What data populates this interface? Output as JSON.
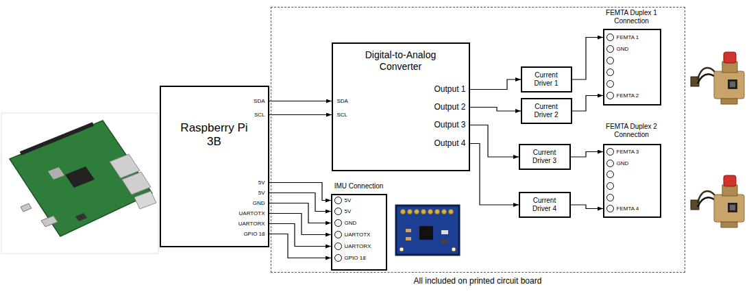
{
  "diagram": {
    "nodes": [
      {
        "text": [
          "Raspberry Pi 3B",
          "SDA",
          "SCL",
          "5V",
          "5V",
          "GND",
          "UARTOTX",
          "UARTORX",
          "GPIO 18"
        ]
      },
      {
        "text": [
          "All included on printed circuit board"
        ]
      },
      {
        "text": [
          "Digital-to-Analog Converter",
          "SDA",
          "SCL",
          "Output 1",
          "Output 2",
          "Output 3",
          "Output 4"
        ],
        "in": 1
      },
      {
        "text": [
          "Current Driver 1"
        ],
        "in": 1
      },
      {
        "text": [
          "Current Driver 2"
        ],
        "in": 1
      },
      {
        "text": [
          "Current Driver 3"
        ],
        "in": 1
      },
      {
        "text": [
          "Current Driver 4"
        ],
        "in": 1
      },
      {
        "text": [
          "FEMTA Duplex 1 Connection",
          "FEMTA 1",
          "GND",
          "FEMTA 2"
        ],
        "in": 1
      },
      {
        "text": [
          "FEMTA Duplex 2 Connection",
          "FEMTA 3",
          "GND",
          "FEMTA 4"
        ],
        "in": 1
      },
      {
        "text": [
          "IMU Connection",
          "5V",
          "5V",
          "GND",
          "UARTOTX",
          "UARTORX",
          "GPIO 18"
        ],
        "in": 1
      }
    ],
    "edges": [
      {
        "from": 0,
        "to": 2,
        "arrow": "to"
      },
      {
        "from": 0,
        "to": 2,
        "arrow": "to"
      },
      {
        "from": 0,
        "to": 9,
        "arrow": "to"
      },
      {
        "from": 0,
        "to": 9,
        "arrow": "to"
      },
      {
        "from": 0,
        "to": 9,
        "arrow": "to"
      },
      {
        "from": 0,
        "to": 9,
        "arrow": "to"
      },
      {
        "from": 0,
        "to": 9,
        "arrow": "to"
      },
      {
        "from": 0,
        "to": 9,
        "arrow": "to"
      },
      {
        "from": 2,
        "to": 3,
        "arrow": "to"
      },
      {
        "from": 2,
        "to": 4,
        "arrow": "to"
      },
      {
        "from": 2,
        "to": 5,
        "arrow": "to"
      },
      {
        "from": 2,
        "to": 6,
        "arrow": "to"
      },
      {
        "from": 3,
        "to": 7,
        "arrow": "to"
      },
      {
        "from": 4,
        "to": 7,
        "arrow": "to"
      },
      {
        "from": 5,
        "to": 8,
        "arrow": "to"
      },
      {
        "from": 6,
        "to": 8,
        "arrow": "to"
      }
    ]
  }
}
